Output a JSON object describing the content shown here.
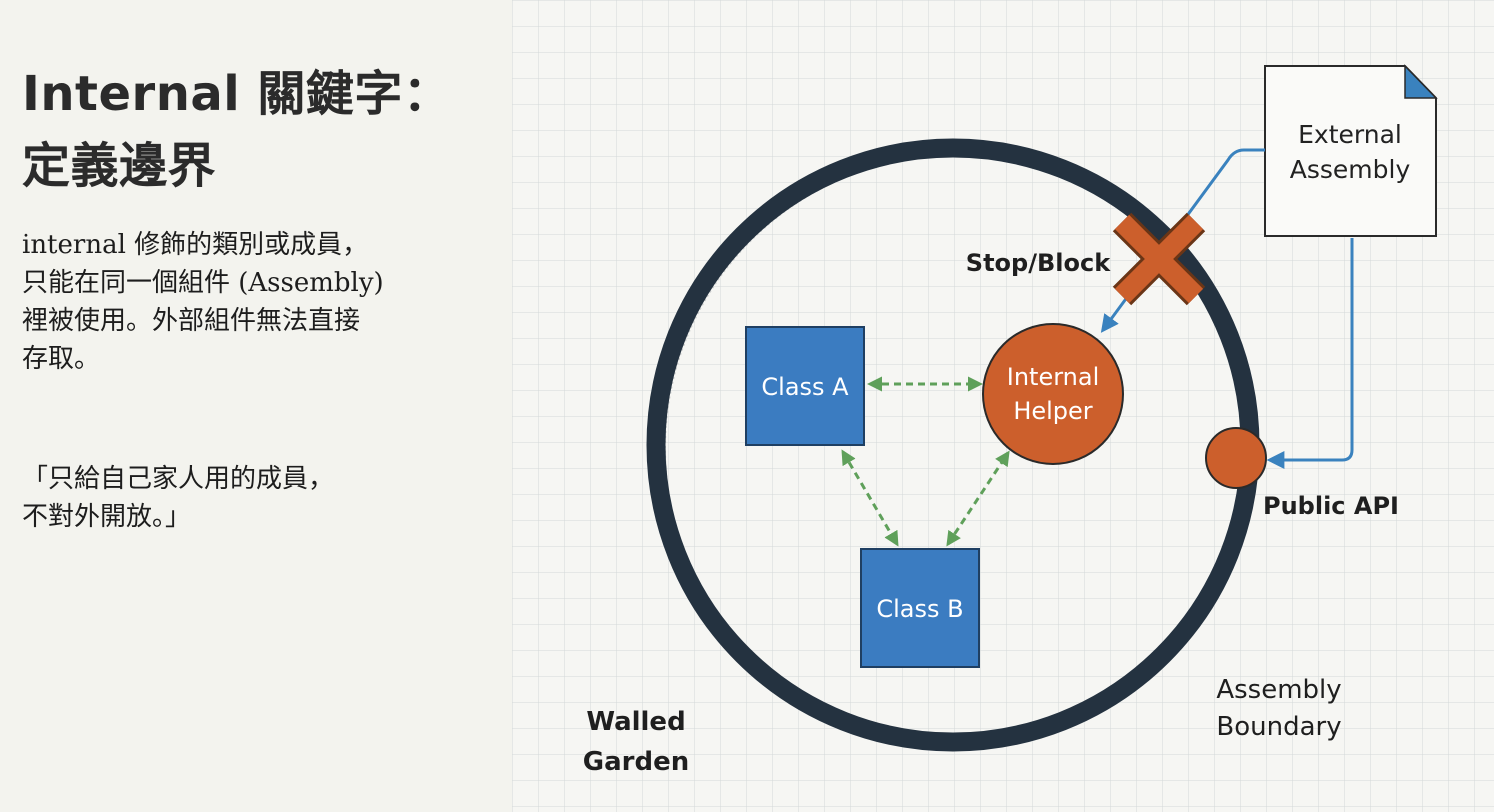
{
  "title_lines": [
    "Internal 關鍵字：",
    "定義邊界"
  ],
  "description_lines": [
    "internal 修飾的類別或成員，",
    "只能在同一個組件 (Assembly)",
    "裡被使用。外部組件無法直接",
    "存取。"
  ],
  "quote_lines": [
    "「只給自己家人用的成員，",
    "不對外開放。」"
  ],
  "diagram": {
    "external_assembly": [
      "External",
      "Assembly"
    ],
    "stop_block": "Stop/Block",
    "internal_helper": [
      "Internal",
      "Helper"
    ],
    "class_a": "Class A",
    "class_b": "Class B",
    "public_api": "Public API",
    "assembly_boundary": [
      "Assembly",
      "Boundary"
    ],
    "walled_garden": [
      "Walled",
      "Garden"
    ]
  },
  "colors": {
    "boundary": "#243240",
    "class_box": "#3b7cc1",
    "internal_helper": "#cc5f2c",
    "block_x": "#cc5f2c",
    "dependency_arrows": "#5fa05a",
    "external_arrows": "#3a82be",
    "grid_line": "#d4d8d8"
  },
  "icons": [
    "document-icon",
    "block-x-icon"
  ]
}
